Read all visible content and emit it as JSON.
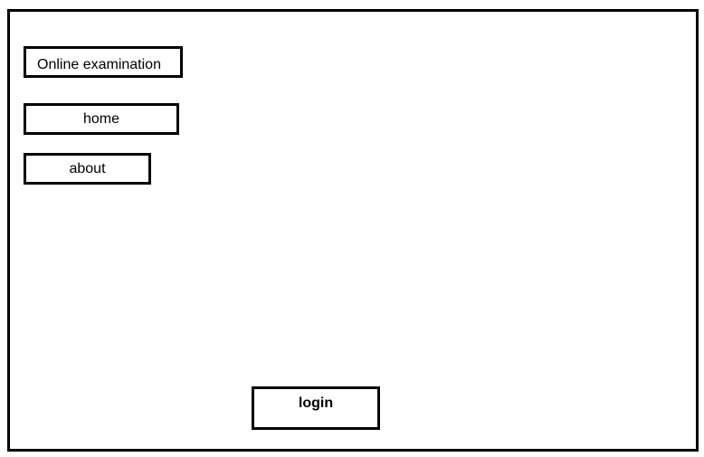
{
  "header": {
    "title": "Online examination"
  },
  "nav": {
    "home_label": "home",
    "about_label": "about"
  },
  "actions": {
    "login_label": "login"
  }
}
